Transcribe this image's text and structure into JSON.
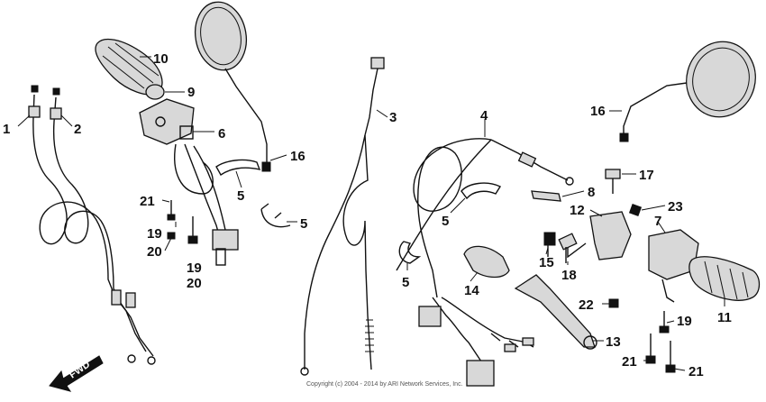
{
  "labels": {
    "p1": "1",
    "p2": "2",
    "p3": "3",
    "p4": "4",
    "p5a": "5",
    "p5b": "5",
    "p5c": "5",
    "p5d": "5",
    "p6": "6",
    "p7": "7",
    "p8": "8",
    "p9": "9",
    "p10": "10",
    "p11": "11",
    "p12": "12",
    "p13": "13",
    "p14": "14",
    "p15": "15",
    "p16a": "16",
    "p16b": "16",
    "p17": "17",
    "p18": "18",
    "p19a": "19",
    "p19b": "19",
    "p19c": "19",
    "p20a": "20",
    "p20b": "20",
    "p21a": "21",
    "p21b": "21",
    "p21c": "21",
    "p22": "22",
    "p23": "23"
  },
  "fwd_label": "FWD",
  "copyright": "Copyright (c) 2004 - 2014 by ARI Network Services, Inc."
}
